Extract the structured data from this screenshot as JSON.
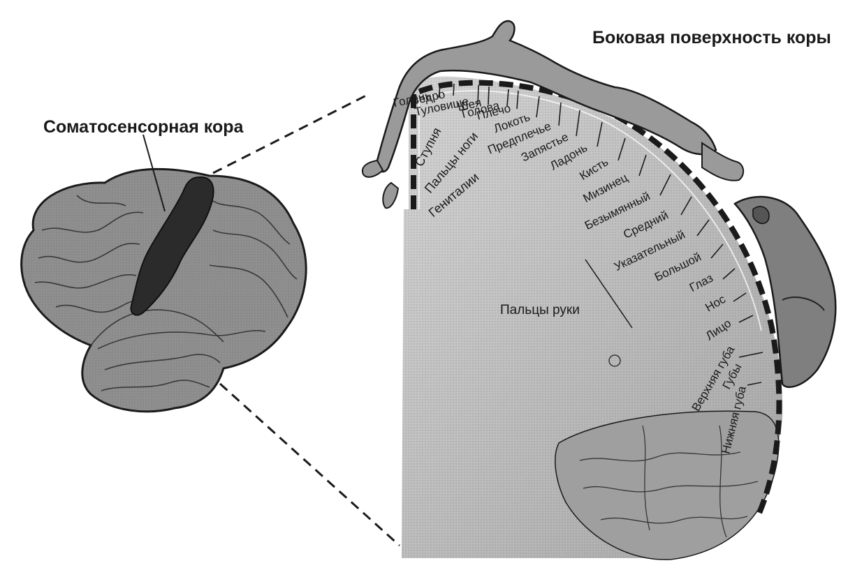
{
  "titles": {
    "cortex": "Соматосенсорная кора",
    "lateral_surface": "Боковая поверхность коры"
  },
  "body_parts": [
    "Голень",
    "Бедро",
    "Туловище",
    "Шея",
    "Голова",
    "Плечо",
    "Локоть",
    "Предплечье",
    "Запястье",
    "Ладонь",
    "Кисть",
    "Мизинец",
    "Безымянный",
    "Средний",
    "Указательный",
    "Большой",
    "Глаз",
    "Нос",
    "Лицо",
    "Верхняя губа",
    "Губы",
    "Нижняя губа"
  ],
  "inner_labels": [
    "Ступня",
    "Пальцы ноги",
    "Гениталии"
  ],
  "fingers_group_label": "Пальцы руки",
  "colors": {
    "ink": "#1a1a1a",
    "brain_fill": "#8f8f8f",
    "strip_fill": "#2b2b2b",
    "section_fill": "#b5b5b5",
    "homunculus_fill": "#9a9a9a"
  }
}
